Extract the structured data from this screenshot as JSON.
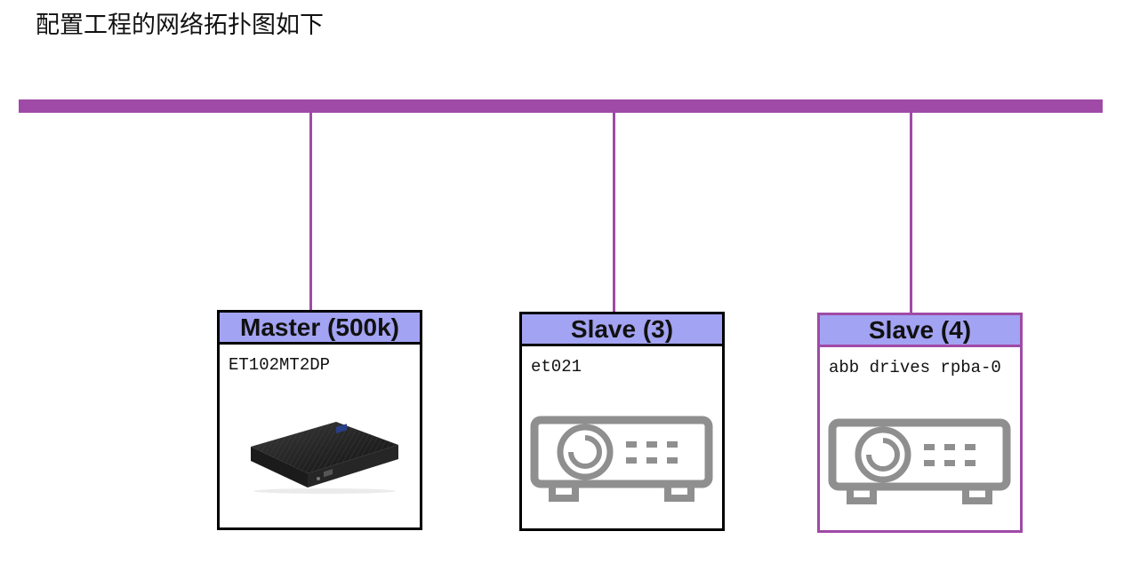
{
  "title": "配置工程的网络拓扑图如下",
  "colors": {
    "bus": "#9f4aa6",
    "header_fill": "#a3a3f3",
    "border": "#000000"
  },
  "nodes": [
    {
      "header": "Master (500k)",
      "model": "ET102MT2DP",
      "icon": "mini-pc-icon",
      "selected": false
    },
    {
      "header": "Slave (3)",
      "model": "et021",
      "icon": "slave-device-icon",
      "selected": false
    },
    {
      "header": "Slave (4)",
      "model": "abb drives rpba-0",
      "icon": "slave-device-icon",
      "selected": true
    }
  ]
}
